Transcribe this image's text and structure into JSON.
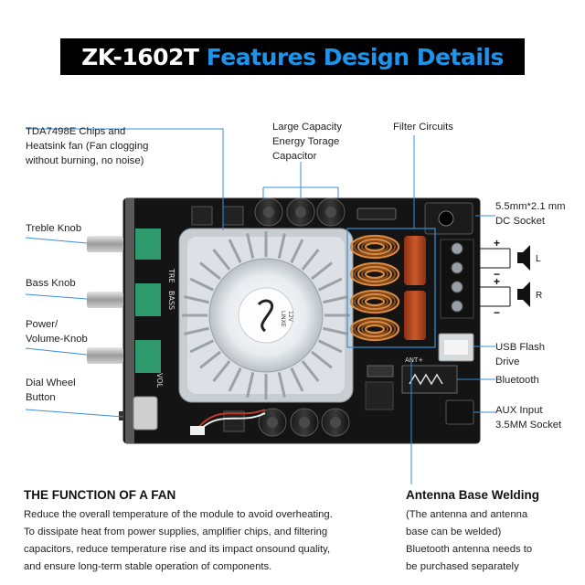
{
  "banner": {
    "part1": "ZK-1602T",
    "part2": "Features",
    "part3": "Design Details"
  },
  "labels": {
    "chips_line1": "TDA7498E Chips and",
    "chips_line2": "Heatsink fan (Fan clogging",
    "chips_line3": "without burning, no noise)",
    "capacitor_line1": "Large Capacity",
    "capacitor_line2": "Energy Torage",
    "capacitor_line3": "Capacitor",
    "filter": "Filter Circuits",
    "dc_line1": "5.5mm*2.1 mm",
    "dc_line2": "DC Socket",
    "treble": "Treble Knob",
    "bass": "Bass Knob",
    "power_line1": "Power/",
    "power_line2": "Volume-Knob",
    "dial_line1": "Dial Wheel",
    "dial_line2": "Button",
    "usb_line1": "USB Flash",
    "usb_line2": "Drive",
    "bluetooth": "Bluetooth",
    "aux_line1": "AUX Input",
    "aux_line2": "3.5MM Socket",
    "speaker_left": "L",
    "speaker_right": "R",
    "plus": "+",
    "minus": "−"
  },
  "board_text": {
    "fan_brand": "LINXE",
    "fan_voltage": "12V",
    "ant": "ANT+",
    "tre": "TRE",
    "bass": "BASS",
    "vol": "VOL"
  },
  "function_section": {
    "title": "THE FUNCTION OF A FAN",
    "lines": [
      "Reduce the overall temperature of the module to avoid overheating.",
      "To dissipate heat from power supplies, amplifier chips, and filtering",
      "capacitors, reduce temperature rise and its impact onsound quality,",
      "and ensure long-term stable operation of components."
    ]
  },
  "antenna_section": {
    "title": "Antenna Base Welding",
    "lines": [
      "(The antenna and antenna",
      "base can be welded)",
      "Bluetooth antenna needs to",
      "be purchased separately"
    ]
  },
  "colors": {
    "accent": "#1e93ea",
    "pcb": "#141414",
    "leader_line": "#3a8fd8",
    "knob_green": "#2e9a6e",
    "inductor_copper": "#c8742e",
    "capacitor_red": "#b4441c"
  },
  "icons": [
    "speaker-icon",
    "bluetooth-icon"
  ]
}
